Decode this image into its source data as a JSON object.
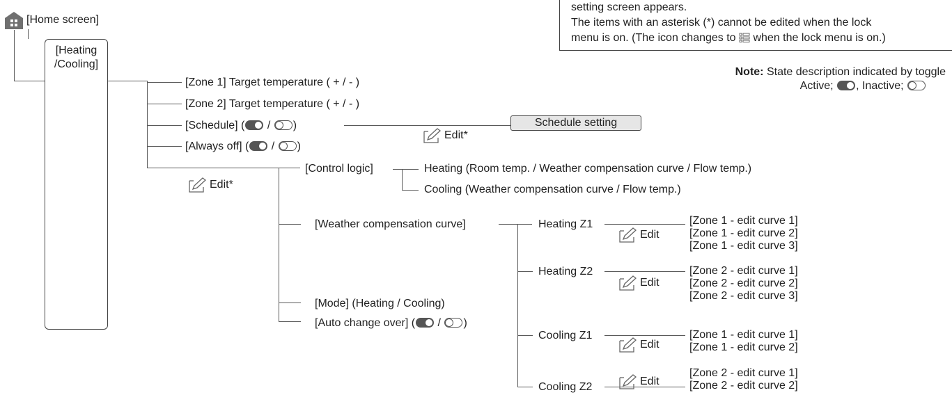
{
  "home": {
    "label": "[Home screen]",
    "icon": "home-icon"
  },
  "heating_cooling": {
    "label_line1": "[Heating",
    "label_line2": "/Cooling]"
  },
  "menu_items": {
    "zone1_target": "[Zone 1] Target temperature ( + / - )",
    "zone2_target": "[Zone 2] Target temperature ( + / - )",
    "schedule": "[Schedule] (",
    "always_off": "[Always off] (",
    "slash": " / ",
    "close_paren": ")"
  },
  "edit_star_label": "Edit*",
  "edit_label": "Edit",
  "schedule_button": "Schedule setting",
  "control_logic": {
    "label": "[Control logic]",
    "heating": "Heating (Room temp. / Weather compensation curve / Flow temp.)",
    "cooling": "Cooling (Weather compensation curve / Flow temp.)"
  },
  "weather_curve": {
    "label": "[Weather compensation curve]",
    "heating_z1": "Heating Z1",
    "heating_z2": "Heating Z2",
    "cooling_z1": "Cooling Z1",
    "cooling_z2": "Cooling Z2",
    "z1_curve1": "[Zone 1 - edit curve 1]",
    "z1_curve2": "[Zone 1 - edit curve 2]",
    "z1_curve3": "[Zone 1 - edit curve 3]",
    "z2_curve1": "[Zone 2 - edit curve 1]",
    "z2_curve2": "[Zone 2 - edit curve 2]",
    "z2_curve3": "[Zone 2 - edit curve 3]"
  },
  "mode": "[Mode] (Heating / Cooling)",
  "auto_change": "[Auto change over] (",
  "info": {
    "line1": "setting screen appears.",
    "line2": "The items with an asterisk (*) cannot be edited when the lock",
    "line3a": "menu is on. (The icon changes to ",
    "line3b": " when the lock menu is on.)"
  },
  "note": {
    "prefix": "Note:",
    "line1": " State description indicated by toggle",
    "active": "Active; ",
    "inactive": ", Inactive; "
  },
  "colors": {
    "line": "#595959",
    "icon": "#666666",
    "button_fill": "#e6e6e6"
  }
}
